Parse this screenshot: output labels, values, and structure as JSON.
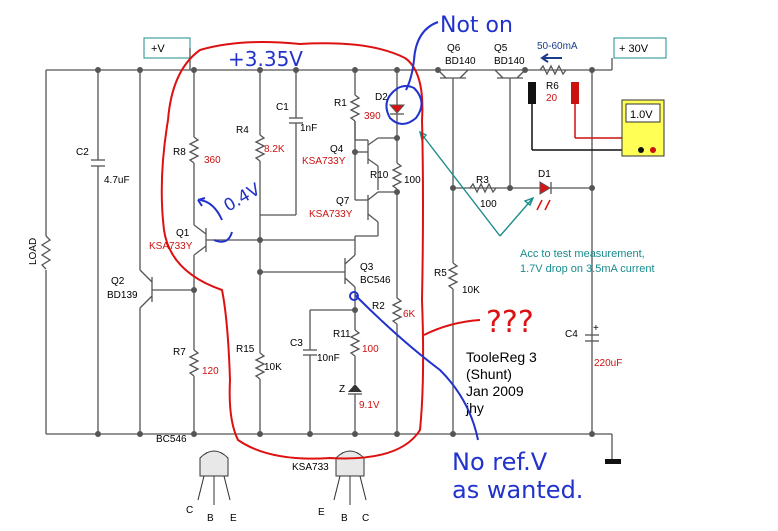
{
  "rails": {
    "plus_v": "+V",
    "plus_30v": "+ 30V",
    "load": "LOAD"
  },
  "components": {
    "c2_name": "C2",
    "c2_val": "4.7uF",
    "q2_name": "Q2",
    "q2_type": "BD139",
    "r8_name": "R8",
    "r8_val": "360",
    "q1_name": "Q1",
    "q1_type": "KSA733Y",
    "r7_name": "R7",
    "r7_val": "120",
    "r4_name": "R4",
    "r4_val": "8.2K",
    "c1_name": "C1",
    "c1_val": "1nF",
    "r15_name": "R15",
    "r15_val": "10K",
    "c3_name": "C3",
    "c3_val": "10nF",
    "r1_name": "R1",
    "r1_val": "390",
    "d2_name": "D2",
    "q4_name": "Q4",
    "q4_type": "KSA733Y",
    "r10_name": "R10",
    "r10_val": "100",
    "q7_name": "Q7",
    "q7_type": "KSA733Y",
    "q3_name": "Q3",
    "q3_type": "BC546",
    "r2_name": "R2",
    "r2_val": "6K",
    "r11_name": "R11",
    "r11_val": "100",
    "z_name": "Z",
    "z_val": "9.1V",
    "q6_name": "Q6",
    "q6_type": "BD140",
    "q5_name": "Q5",
    "q5_type": "BD140",
    "r6_name": "R6",
    "r6_val": "20",
    "current": "50-60mA",
    "r3_name": "R3",
    "r3_val": "100",
    "d1_name": "D1",
    "r5_name": "R5",
    "r5_val": "10K",
    "c4_name": "C4",
    "c4_val": "220uF",
    "c4_plus": "+",
    "meter": "1.0V"
  },
  "title_block": {
    "line1": "TooleReg 3",
    "line2": "(Shunt)",
    "line3": "Jan 2009",
    "line4": "jhy"
  },
  "note": {
    "line1": "Acc to test measurement,",
    "line2": "1.7V drop on 3.5mA current"
  },
  "packages": {
    "bc546_name": "BC546",
    "bc546_pins": [
      "C",
      "B",
      "E"
    ],
    "ksa733_name": "KSA733",
    "ksa733_pins": [
      "E",
      "B",
      "C"
    ]
  },
  "annotations": {
    "v335": "+3.35V",
    "v04": "0.4V",
    "not_on": "Not on",
    "question": "???",
    "noref1": "No ref.V",
    "noref2": "as wanted."
  },
  "colors": {
    "wire": "#555555",
    "red": "#cc1111",
    "teal": "#1a8c8c",
    "handwriting": "#2233cc",
    "meter_fill": "#ffff55"
  }
}
